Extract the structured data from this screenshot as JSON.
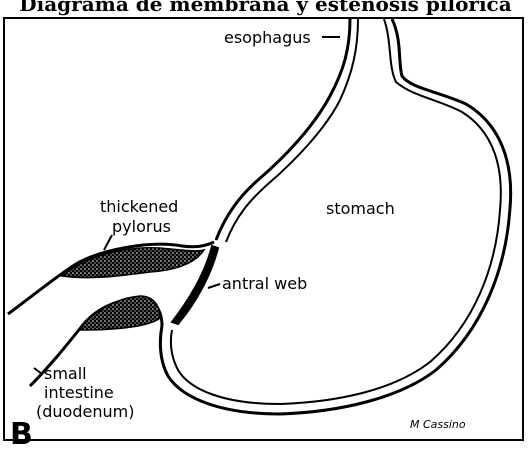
{
  "title": "Diagrama de membrana y estenosis pilórica",
  "labels": {
    "esophagus": "esophagus",
    "stomach": "stomach",
    "thickened_pylorus_line1": "thickened",
    "thickened_pylorus_line2": "pylorus",
    "antral_web": "antral web",
    "small_intestine_line1": "small",
    "small_intestine_line2": "intestine",
    "small_intestine_line3": "(duodenum)"
  },
  "panel_letter": "B",
  "signature": "M Cassino"
}
